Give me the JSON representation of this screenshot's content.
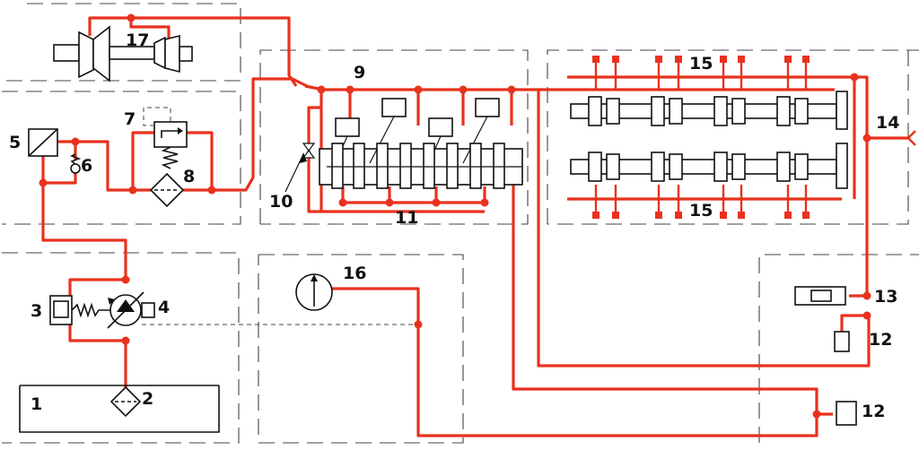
{
  "colors": {
    "oil_line": "#e8321e",
    "component": "#111111",
    "zone_border": "#444444",
    "background": "#ffffff"
  },
  "callouts": [
    {
      "id": "1",
      "text": "1"
    },
    {
      "id": "2",
      "text": "2"
    },
    {
      "id": "3",
      "text": "3"
    },
    {
      "id": "4",
      "text": "4"
    },
    {
      "id": "5",
      "text": "5"
    },
    {
      "id": "6",
      "text": "6"
    },
    {
      "id": "7",
      "text": "7"
    },
    {
      "id": "8",
      "text": "8"
    },
    {
      "id": "9",
      "text": "9"
    },
    {
      "id": "10",
      "text": "10"
    },
    {
      "id": "11",
      "text": "11"
    },
    {
      "id": "12a",
      "text": "12"
    },
    {
      "id": "12b",
      "text": "12"
    },
    {
      "id": "13",
      "text": "13"
    },
    {
      "id": "14",
      "text": "14"
    },
    {
      "id": "15a",
      "text": "15"
    },
    {
      "id": "15b",
      "text": "15"
    },
    {
      "id": "16",
      "text": "16"
    },
    {
      "id": "17",
      "text": "17"
    }
  ],
  "components": [
    {
      "id": "1",
      "icon": "oil-pan-icon"
    },
    {
      "id": "2",
      "icon": "strainer-icon"
    },
    {
      "id": "3",
      "icon": "pressure-regulator-icon"
    },
    {
      "id": "4",
      "icon": "oil-pump-icon"
    },
    {
      "id": "5",
      "icon": "oil-cooler-icon"
    },
    {
      "id": "6",
      "icon": "check-valve-icon"
    },
    {
      "id": "7",
      "icon": "bypass-valve-icon"
    },
    {
      "id": "8",
      "icon": "oil-filter-icon"
    },
    {
      "id": "9",
      "icon": "main-gallery-icon"
    },
    {
      "id": "10",
      "icon": "piston-jet-valve-icon"
    },
    {
      "id": "11",
      "icon": "crankshaft-bearings-icon"
    },
    {
      "id": "12",
      "icon": "gear-icon"
    },
    {
      "id": "13",
      "icon": "tensioner-icon"
    },
    {
      "id": "14",
      "icon": "spray-nozzle-icon"
    },
    {
      "id": "15",
      "icon": "camshaft-bearings-icon"
    },
    {
      "id": "16",
      "icon": "pressure-gauge-icon"
    },
    {
      "id": "17",
      "icon": "turbocharger-icon"
    }
  ]
}
